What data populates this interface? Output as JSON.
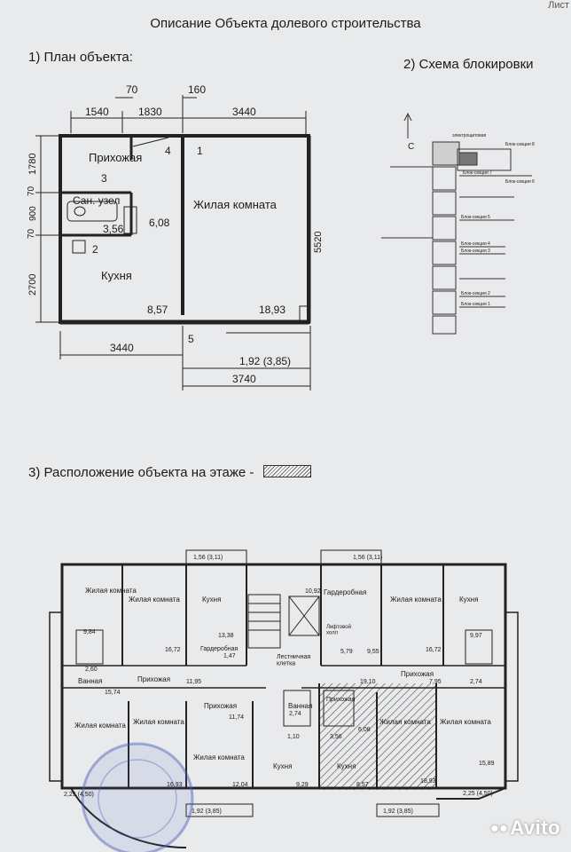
{
  "header": {
    "sheet_label": "Лист",
    "title": "Описание Объекта долевого строительства"
  },
  "sections": {
    "plan": "1) План объекта:",
    "scheme": "2) Схема блокировки",
    "location": "3) Расположение объекта на этаже -"
  },
  "plan": {
    "dims_top": [
      "70",
      "160",
      "1540",
      "1830",
      "3440"
    ],
    "dims_left": [
      "1780",
      "70",
      "900",
      "70",
      "2700"
    ],
    "dim_right": "5520",
    "dims_bottom": [
      "3440",
      "3740"
    ],
    "rooms": {
      "hall": "Прихожая",
      "bath": "Сан. узел",
      "living": "Жилая комната",
      "kitchen": "Кухня"
    },
    "numbers": [
      "1",
      "2",
      "3",
      "4",
      "5"
    ],
    "areas": {
      "hall": "6,08",
      "bath": "3,56",
      "kitchen": "8,57",
      "living": "18,93",
      "balcony": "1,92 (3,85)"
    }
  },
  "scheme": {
    "north": "С",
    "labels": [
      "электрощитовая",
      "Блок-секция 8",
      "Блок-секция 7",
      "Блок-секция 6",
      "Блок-секция 5",
      "Блок-секция 4",
      "Блок-секция 3",
      "Блок-секция 2",
      "Блок-секция 1"
    ]
  },
  "floor": {
    "balconies_top": [
      "1,56 (3,11)",
      "1,56 (3,11)"
    ],
    "rooms": {
      "living": "Жилая комната",
      "living_wrap": "Жилая\nкомната",
      "kitchen": "Кухня",
      "hall": "Прихожая",
      "bath": "Ванная",
      "closet": "Гардеробная",
      "lift": "Лифтовой\nхолл",
      "stair": "Лестничная\nклетка"
    },
    "areas": [
      "9,84",
      "16,72",
      "13,38",
      "1,47",
      "11,95",
      "10,92",
      "5,79",
      "9,55",
      "16,72",
      "9,97",
      "19,10",
      "7,95",
      "2,60",
      "2,74",
      "15,74",
      "11,74",
      "2,74",
      "6,08",
      "3,56",
      "1,10",
      "16,93",
      "12,04",
      "9,29",
      "8,57",
      "18,93",
      "15,89"
    ],
    "balconies_bottom": [
      "2,25 (4,50)",
      "1,92 (3,85)",
      "1,92 (3,85)",
      "2,25 (4,50)"
    ]
  },
  "watermark": {
    "brand": "Avito"
  }
}
